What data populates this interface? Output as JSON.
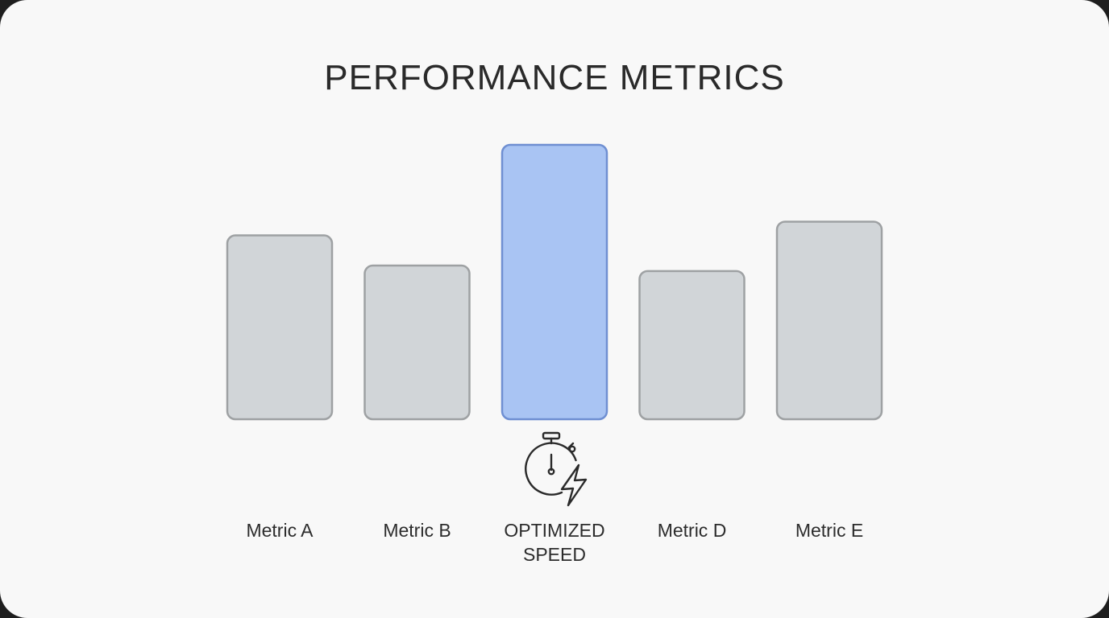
{
  "chart_data": {
    "type": "bar",
    "title": "PERFORMANCE METRICS",
    "categories": [
      "Metric A",
      "Metric B",
      "OPTIMIZED SPEED",
      "Metric D",
      "Metric E"
    ],
    "values": [
      67,
      56,
      100,
      54,
      72
    ],
    "ylim": [
      0,
      100
    ],
    "xlabel": "",
    "ylabel": "",
    "grid": false,
    "highlight_index": 2,
    "highlight_icon": "stopwatch-lightning-icon",
    "colors": {
      "bar_fill": "#d1d5d8",
      "bar_stroke": "#9ea1a3",
      "highlight_fill": "#a9c4f3",
      "highlight_stroke": "#6f8fd2",
      "text": "#2a2a2a",
      "background": "#f8f8f8"
    }
  }
}
